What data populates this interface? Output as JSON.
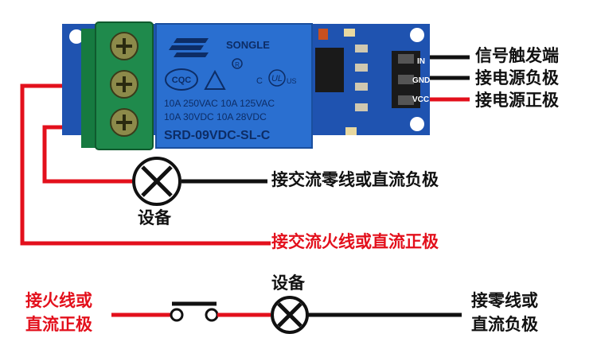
{
  "colors": {
    "wire_red": "#e3101c",
    "wire_black": "#111111",
    "pcb_blue": "#1f53b0",
    "relay_blue": "#2a6fd0",
    "terminal_green": "#1f8a4c"
  },
  "module": {
    "relay": {
      "brand": "SONGLE",
      "rating_line1": "10A 250VAC  10A 125VAC",
      "rating_line2": "10A  30VDC  10A 28VDC",
      "model": "SRD-09VDC-SL-C",
      "cqc_mark": "CQC",
      "registered_mark": "R",
      "c_mark": "C",
      "us_mark": "US"
    },
    "pins": [
      "IN",
      "GND",
      "VCC"
    ]
  },
  "labels": {
    "signal_trigger": "信号触发端",
    "power_negative": "接电源负极",
    "power_positive": "接电源正极",
    "ac_neutral_or_dc_negative": "接交流零线或直流负极",
    "device_upper": "设备",
    "ac_live_or_dc_positive": "接交流火线或直流正极",
    "live_or_dc_positive_line1": "接火线或",
    "live_or_dc_positive_line2": "直流正极",
    "device_lower": "设备",
    "neutral_or_dc_negative_line1": "接零线或",
    "neutral_or_dc_negative_line2": "直流负极"
  }
}
